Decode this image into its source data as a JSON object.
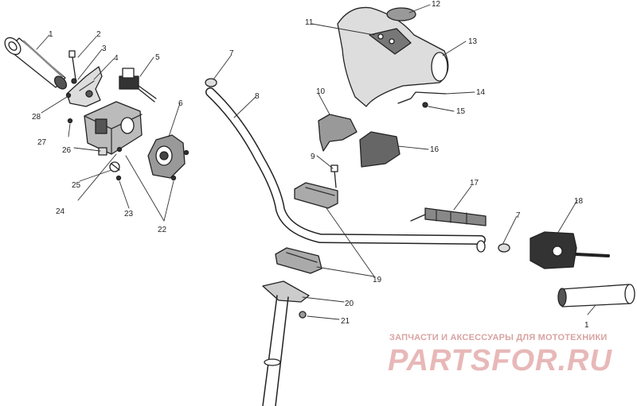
{
  "diagram": {
    "callouts": [
      "1",
      "2",
      "3",
      "4",
      "5",
      "6",
      "7",
      "8",
      "9",
      "10",
      "11",
      "12",
      "13",
      "14",
      "15",
      "16",
      "17",
      "18",
      "19",
      "20",
      "21",
      "22",
      "23",
      "24",
      "25",
      "26",
      "27",
      "28",
      "7",
      "1"
    ]
  },
  "watermark": {
    "text": "ЗАПЧАСТИ И АКСЕССУАРЫ ДЛЯ МОТОТЕХНИКИ",
    "logo": "PARTSFOR.RU",
    "color": "#e8b8b8"
  }
}
